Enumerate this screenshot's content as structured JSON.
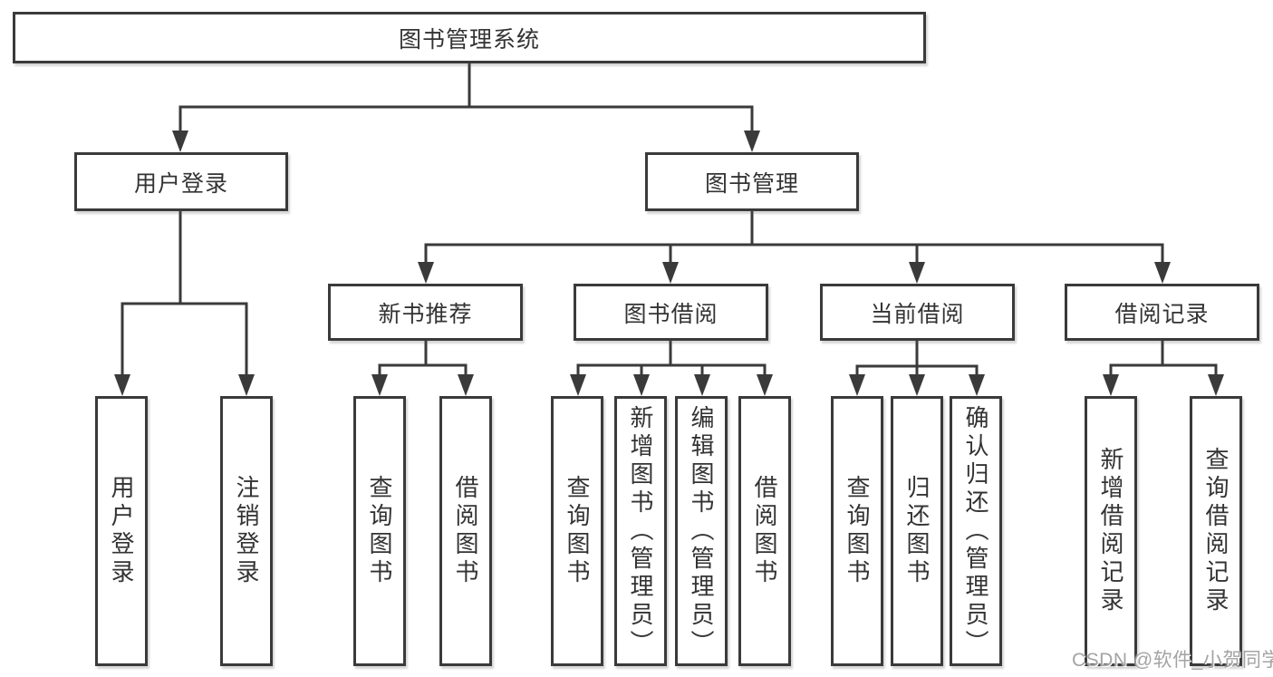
{
  "tree": {
    "label": "图书管理系统",
    "children": [
      {
        "label": "用户登录",
        "children": [
          {
            "label": "用户登录"
          },
          {
            "label": "注销登录"
          }
        ]
      },
      {
        "label": "图书管理",
        "children": [
          {
            "label": "新书推荐",
            "children": [
              {
                "label": "查询图书"
              },
              {
                "label": "借阅图书"
              }
            ]
          },
          {
            "label": "图书借阅",
            "children": [
              {
                "label": "查询图书"
              },
              {
                "label": "新增图书（管理员）"
              },
              {
                "label": "编辑图书（管理员）"
              },
              {
                "label": "借阅图书"
              }
            ]
          },
          {
            "label": "当前借阅",
            "children": [
              {
                "label": "查询图书"
              },
              {
                "label": "归还图书"
              },
              {
                "label": "确认归还（管理员）"
              }
            ]
          },
          {
            "label": "借阅记录",
            "children": [
              {
                "label": "新增借阅记录"
              },
              {
                "label": "查询借阅记录"
              }
            ]
          }
        ]
      }
    ]
  },
  "watermark": "CSDN @软件_小贺同学",
  "colors": {
    "line": "#3a3a3a",
    "text": "#333333",
    "background": "#ffffff",
    "watermark": "#a3a3a3"
  }
}
